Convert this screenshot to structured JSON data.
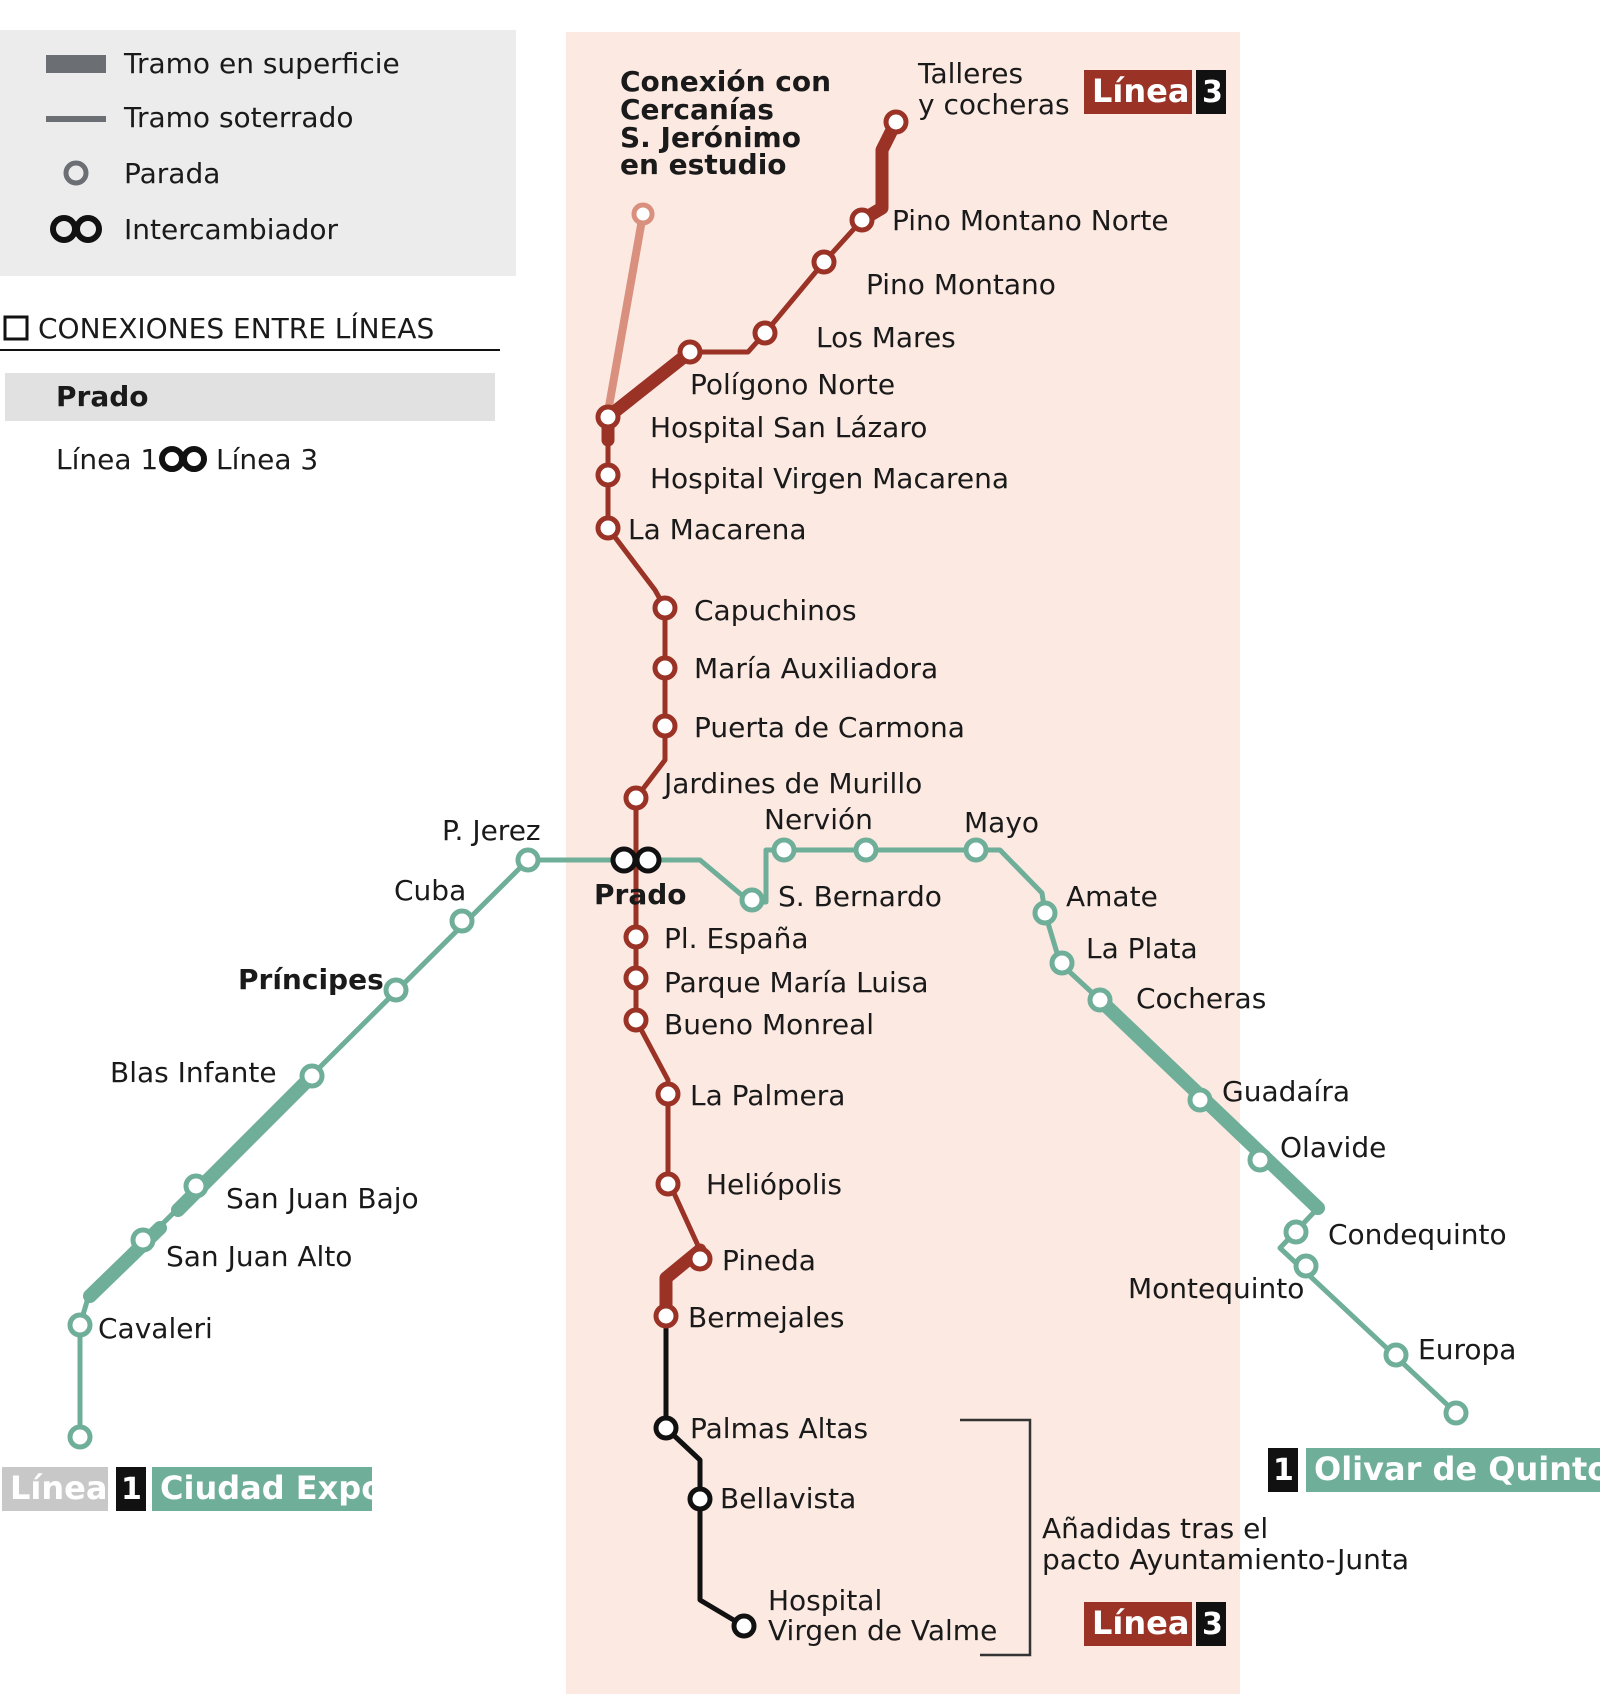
{
  "legend": {
    "items": [
      {
        "icon": "thick-line-icon",
        "label": "Tramo en superficie"
      },
      {
        "icon": "thin-line-icon",
        "label": "Tramo soterrado"
      },
      {
        "icon": "circle-icon",
        "label": "Parada"
      },
      {
        "icon": "infinity-icon",
        "label": "Intercambiador"
      }
    ],
    "connections_title": "CONEXIONES ENTRE LÍNEAS",
    "connection_station": "Prado",
    "connection_line_a": "Línea 1",
    "connection_line_b": "Línea 3"
  },
  "colors": {
    "line1": "#6fae98",
    "line3": "#9a3226",
    "extension": "#111111",
    "cercanias": "#d9907e",
    "band": "#fbe9e2",
    "legend_bg": "#ececec"
  },
  "note": {
    "cercanias_1": "Conexión con",
    "cercanias_2": "Cercanías",
    "cercanias_3": "S. Jerónimo",
    "cercanias_4": "en estudio",
    "added_1": "Añadidas tras el",
    "added_2": "pacto Ayuntamiento-Junta"
  },
  "badges": {
    "line_word": "Línea",
    "line3_num": "3",
    "line1_num": "1",
    "l1_west": "Ciudad Expo",
    "l1_east": "Olivar de Quintos",
    "l3_north_1": "Talleres",
    "l3_north_2": "y cocheras"
  },
  "stations": {
    "pino_montano_norte": "Pino Montano Norte",
    "pino_montano": "Pino Montano",
    "los_mares": "Los Mares",
    "poligono_norte": "Polígono Norte",
    "hospital_san_lazaro": "Hospital San Lázaro",
    "hospital_virgen_macarena": "Hospital Virgen Macarena",
    "la_macarena": "La Macarena",
    "capuchinos": "Capuchinos",
    "maria_auxiliadora": "María Auxiliadora",
    "puerta_carmona": "Puerta de Carmona",
    "jardines_murillo": "Jardines de Murillo",
    "prado": "Prado",
    "pl_espana": "Pl. España",
    "parque_maria_luisa": "Parque María Luisa",
    "bueno_monreal": "Bueno Monreal",
    "la_palmera": "La Palmera",
    "heliopolis": "Heliópolis",
    "pineda": "Pineda",
    "bermejales": "Bermejales",
    "palmas_altas": "Palmas Altas",
    "bellavista": "Bellavista",
    "hospital_valme_1": "Hospital",
    "hospital_valme_2": "Virgen de Valme",
    "p_jerez": "P. Jerez",
    "cuba": "Cuba",
    "principes": "Príncipes",
    "blas_infante": "Blas Infante",
    "san_juan_bajo": "San Juan Bajo",
    "san_juan_alto": "San Juan Alto",
    "cavaleri": "Cavaleri",
    "nervion": "Nervión",
    "s_bernardo": "S. Bernardo",
    "mayo": "Mayo",
    "amate": "Amate",
    "la_plata": "La Plata",
    "cocheras": "Cocheras",
    "guadaira": "Guadaíra",
    "olavide": "Olavide",
    "condequinto": "Condequinto",
    "montequinto": "Montequinto",
    "europa": "Europa"
  }
}
